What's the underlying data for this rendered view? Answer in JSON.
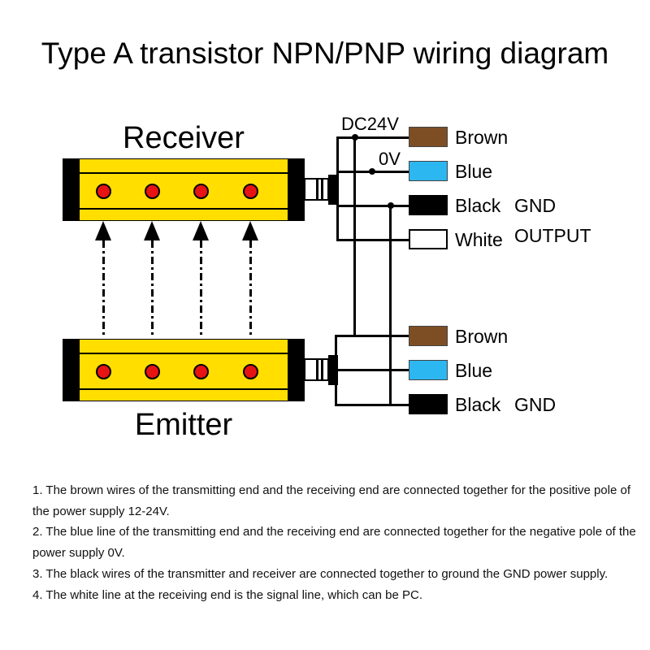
{
  "title": "Type A transistor NPN/PNP wiring diagram",
  "device_colors": {
    "body_yellow": "#FFDE00",
    "beam_red": "#E81313"
  },
  "receiver": {
    "label": "Receiver",
    "power_label": "DC24V",
    "zero_volt_label": "0V",
    "wires": [
      {
        "name": "brown",
        "label": "Brown",
        "annotation": "",
        "color": "#7D4E24"
      },
      {
        "name": "blue",
        "label": "Blue",
        "annotation": "",
        "color": "#2CB7F0"
      },
      {
        "name": "black",
        "label": "Black",
        "annotation": "GND",
        "color": "#000000"
      },
      {
        "name": "white",
        "label": "White",
        "annotation": "OUTPUT",
        "color": "#FFFFFF"
      }
    ]
  },
  "emitter": {
    "label": "Emitter",
    "wires": [
      {
        "name": "brown",
        "label": "Brown",
        "annotation": "",
        "color": "#7D4E24"
      },
      {
        "name": "blue",
        "label": "Blue",
        "annotation": "",
        "color": "#2CB7F0"
      },
      {
        "name": "black",
        "label": "Black",
        "annotation": "GND",
        "color": "#000000"
      }
    ]
  },
  "notes": [
    "1. The brown wires of the transmitting end and the receiving end are connected together for the positive pole of the power supply 12-24V.",
    "2. The blue line of the transmitting end and the receiving end are connected together for the negative pole of the power supply 0V.",
    "3. The black wires of the transmitter and receiver are connected together to ground the GND power supply.",
    "4. The white line at the receiving end is the signal line, which can be PC."
  ]
}
